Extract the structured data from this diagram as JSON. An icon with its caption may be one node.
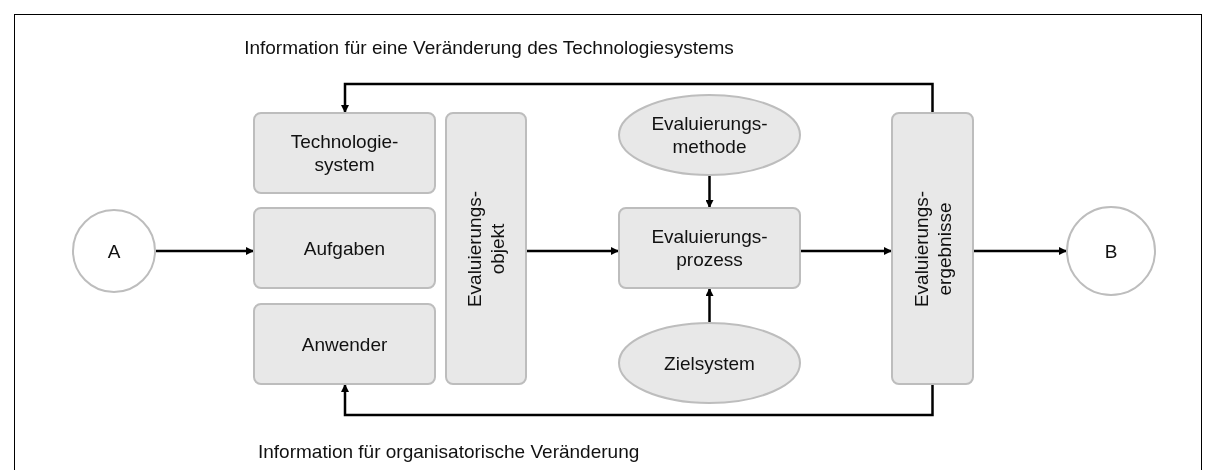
{
  "diagram": {
    "nodes": [
      {
        "text": [
          "A"
        ]
      },
      {
        "text": [
          "Technologie- system"
        ]
      },
      {
        "text": [
          "Aufgaben"
        ]
      },
      {
        "text": [
          "Anwender"
        ]
      },
      {
        "text": [
          "Evaluierungs- objekt"
        ]
      },
      {
        "text": [
          "Evaluierungs- methode"
        ]
      },
      {
        "text": [
          "Evaluierungs- prozess"
        ]
      },
      {
        "text": [
          "Zielsystem"
        ]
      },
      {
        "text": [
          "Evaluierungs- ergebnisse"
        ]
      },
      {
        "text": [
          "B"
        ]
      }
    ],
    "edges": [
      {
        "from": 0,
        "to": 2,
        "arrow": "to"
      },
      {
        "from": 4,
        "to": 6,
        "arrow": "to"
      },
      {
        "from": 5,
        "to": 6,
        "arrow": "to"
      },
      {
        "from": 7,
        "to": 6,
        "arrow": "to"
      },
      {
        "from": 6,
        "to": 8,
        "arrow": "to"
      },
      {
        "from": 8,
        "to": 9,
        "arrow": "to"
      },
      {
        "from": 8,
        "to": 1,
        "arrow": "to",
        "label": "Information für eine Veränderung des Technologiesystems"
      },
      {
        "from": 8,
        "to": 3,
        "arrow": "to",
        "label": "Information für organisatorische Veränderung"
      }
    ]
  }
}
